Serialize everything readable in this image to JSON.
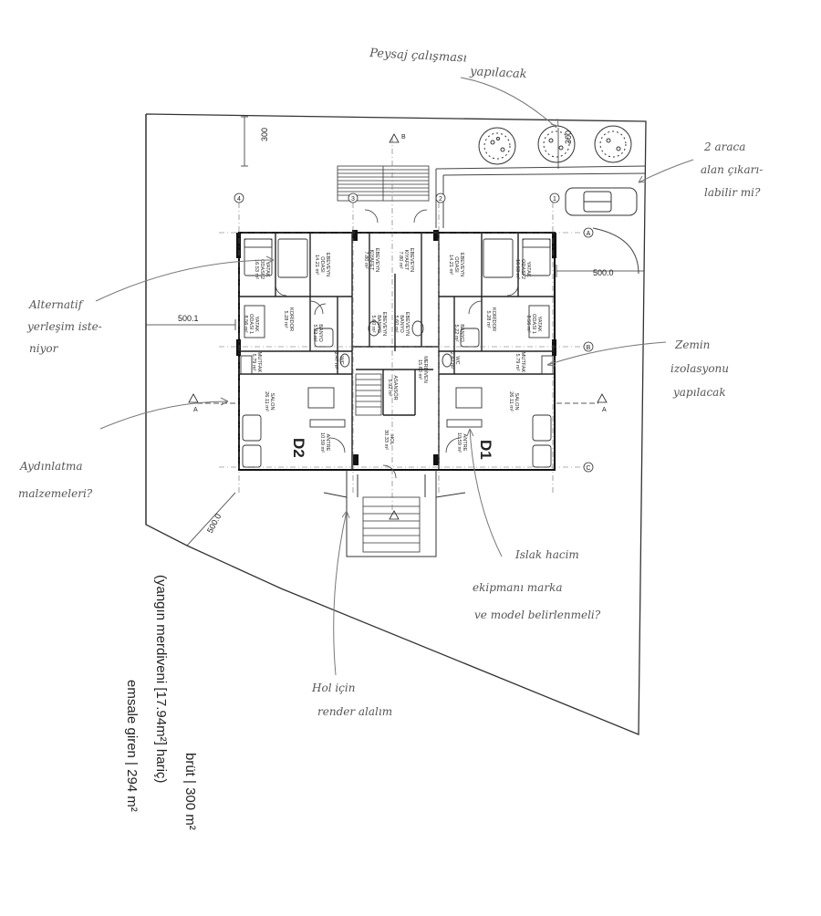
{
  "annotations": {
    "landscape": [
      "Peysaj çalışması",
      "yapılacak"
    ],
    "parking": [
      "2 araca",
      "alan çıkarı-",
      "labilir mi?"
    ],
    "alt_layout": [
      "Alternatif",
      "yerleşim iste-",
      "niyor"
    ],
    "floor_iso": [
      "Zemin",
      "izolasyonu",
      "yapılacak"
    ],
    "lighting": [
      "Aydınlatma",
      "malzemeleri?"
    ],
    "wet_area": [
      "Islak hacim",
      "ekipmanı marka",
      "ve model belirlenmeli?"
    ],
    "hall_render": [
      "Hol için",
      "render alalım"
    ]
  },
  "dimensions": {
    "top": "300",
    "road_mark": "300",
    "right": "500.0",
    "left": "500.1",
    "bottom_left": "500.0"
  },
  "grid": {
    "col1": "1",
    "col2": "2",
    "col3": "3",
    "col4": "4",
    "rowA": "A",
    "rowB": "B",
    "rowC": "C",
    "sectionA": "A",
    "sectionB": "B"
  },
  "units": {
    "d1": "D1",
    "d2": "D2"
  },
  "rooms": {
    "yatak2_l": [
      "YATAK",
      "ODASI 2",
      "16.53 m²"
    ],
    "ebeveyn_l": [
      "EBEVEYN",
      "ODASI",
      "14.21 m²"
    ],
    "giyinme_l": [
      "EBEVEYN",
      "KIYAFET",
      "7.80 m²"
    ],
    "giyinme_r": [
      "EBEVEYN",
      "KIYAFET",
      "7.80 m²"
    ],
    "ebeveyn_r": [
      "EBEVEYN",
      "ODASI",
      "14.21 m²"
    ],
    "yatak2_r": [
      "YATAK",
      "ODASI 2",
      "16.53 m²"
    ],
    "yatak1_l": [
      "YATAK",
      "ODASI 1",
      "8.56 m²"
    ],
    "koridor_l": [
      "KORİDOR",
      "5.28 m²"
    ],
    "banyo_l": [
      "BANYO",
      "5.22 m²"
    ],
    "ebanyo_l": [
      "EBEVEYN",
      "BANYO",
      "5.60 m²"
    ],
    "ebanyo_r": [
      "EBEVEYN",
      "BANYO",
      "5.60 m²"
    ],
    "banyo_r": [
      "BANYO",
      "5.22 m²"
    ],
    "koridor_r": [
      "KORİDOR",
      "5.28 m²"
    ],
    "yatak1_r": [
      "YATAK",
      "ODASI 1",
      "8.56 m²"
    ],
    "wc_l": [
      "WC",
      "2.47 m²"
    ],
    "wc_r": [
      "WC",
      "2.47 m²"
    ],
    "mutfak_l": [
      "MUTFAK",
      "5.79 m²"
    ],
    "mutfak_r": [
      "MUTFAK",
      "5.79 m²"
    ],
    "merdiven": [
      "MERDİVEN",
      "15.60 m²"
    ],
    "asansor": [
      "ASANSÖR",
      "5.92 m²"
    ],
    "salon_l": [
      "SALON",
      "26.11 m²"
    ],
    "salon_r": [
      "SALON",
      "26.11 m²"
    ],
    "antre_l": [
      "ANTRE",
      "10.59 m²"
    ],
    "antre_r": [
      "ANTRE",
      "10.59 m²"
    ],
    "hol": [
      "HOL",
      "30.33 m²"
    ]
  },
  "summary": {
    "brut": "brüt | 300 m²",
    "fire": "(yangın merdiveni [17.94m²] hariç)",
    "emsal": "emsale giren | 294 m²"
  },
  "colors": {
    "line": "#222222",
    "pencil": "#666666",
    "paper": "#ffffff"
  }
}
